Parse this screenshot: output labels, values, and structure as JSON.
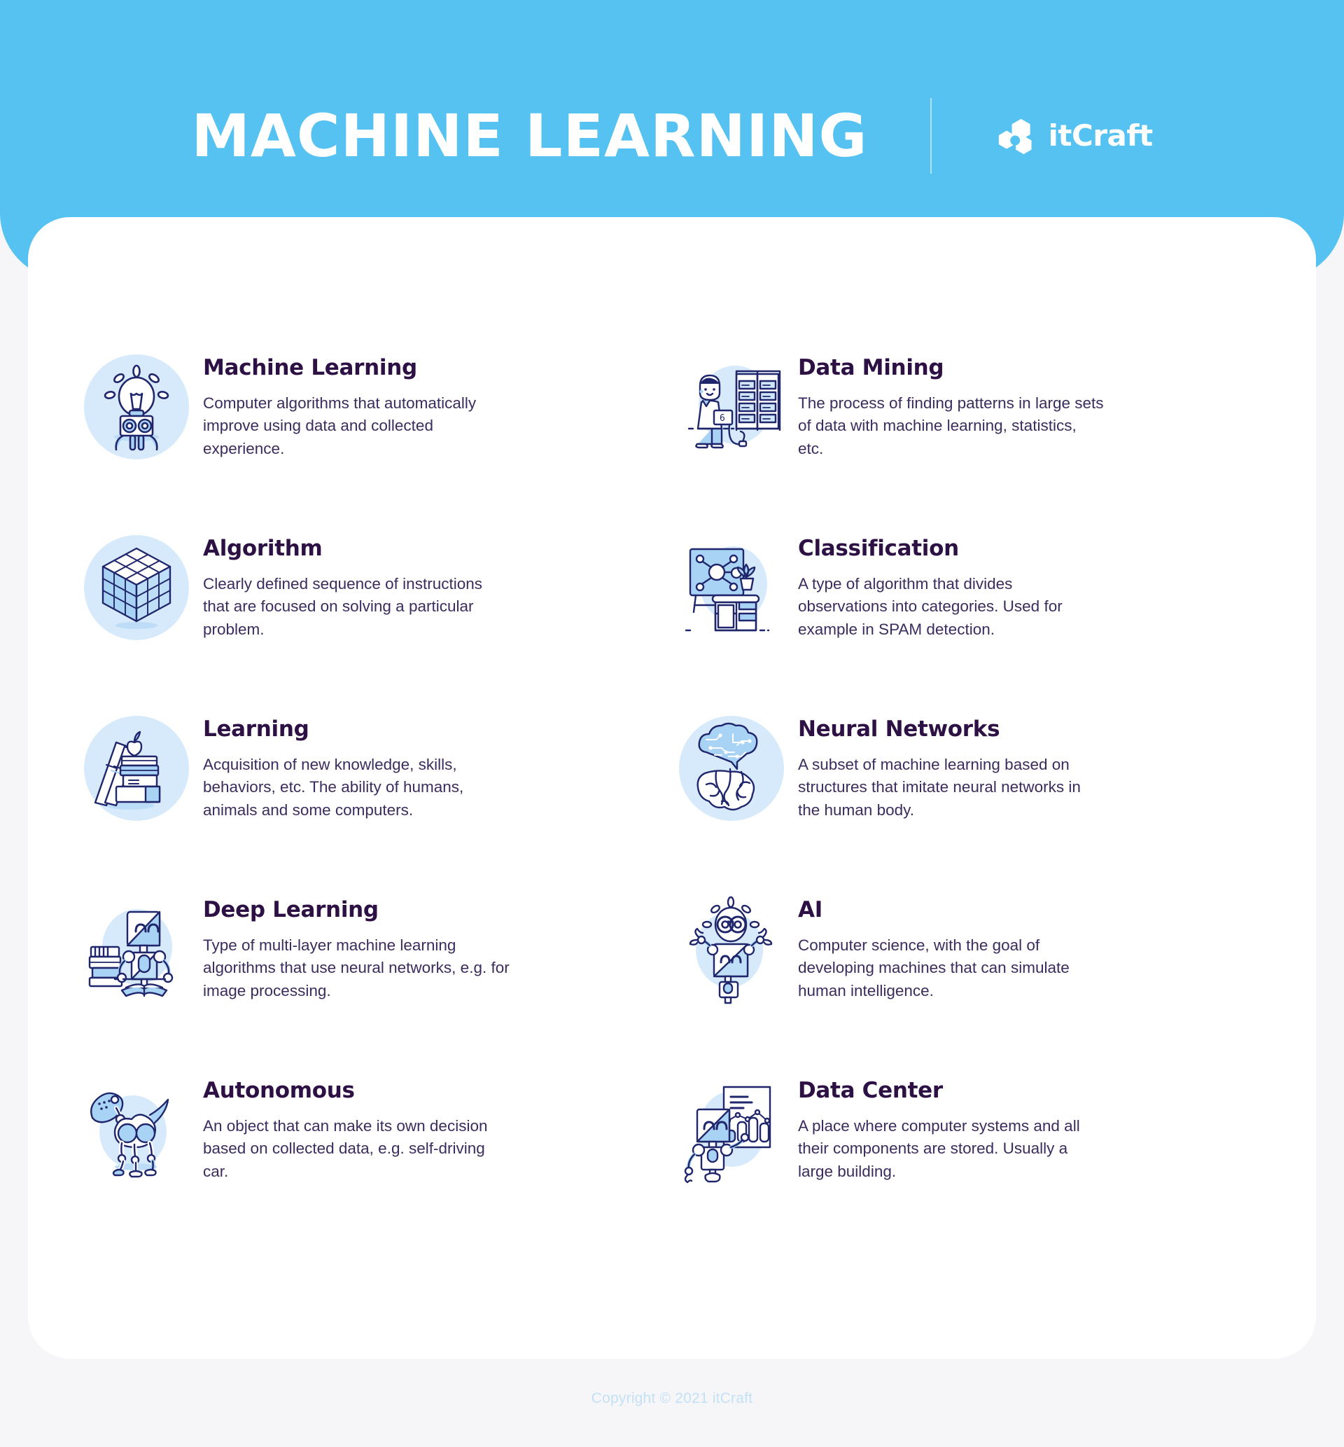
{
  "header": {
    "title": "MACHINE LEARNING",
    "brand_name": "itCraft",
    "brand_mark_icon": "itcraft-hexagon-logo-icon",
    "background_color": "#55c2f2"
  },
  "theme": {
    "page_background": "#f6f6f9",
    "card_background": "#ffffff",
    "accent_blue": "#55c2f2",
    "icon_badge_background": "#d7eafb",
    "title_color": "#2d1144",
    "body_color": "#3c2c5e",
    "footer_color": "#c3e1f4",
    "illustration_stroke": "#20266b",
    "illustration_fill": "#a9d3f5"
  },
  "entries": [
    {
      "id": "machine-learning",
      "icon": "robot-lightbulb-idea-icon",
      "title": "Machine Learning",
      "description": "Computer algorithms that automatically improve using data and collected experience."
    },
    {
      "id": "data-mining",
      "icon": "technician-server-rack-icon",
      "title": "Data Mining",
      "description": "The process of finding patterns in large sets of data with machine learning, statistics, etc."
    },
    {
      "id": "algorithm",
      "icon": "rubiks-cube-icon",
      "title": "Algorithm",
      "description": "Clearly defined sequence of instructions that are focused on solving a particular problem."
    },
    {
      "id": "classification",
      "icon": "whiteboard-node-diagram-desk-icon",
      "title": "Classification",
      "description": "A type of algorithm that divides observations into categories. Used for example in SPAM detection."
    },
    {
      "id": "learning",
      "icon": "books-stack-apple-icon",
      "title": "Learning",
      "description": "Acquisition of new knowledge, skills, behaviors, etc. The ability of humans, animals and some computers."
    },
    {
      "id": "neural-networks",
      "icon": "brain-circuit-half-icon",
      "title": "Neural Networks",
      "description": "A subset of machine learning based on structures that imitate neural networks in the human body."
    },
    {
      "id": "deep-learning",
      "icon": "robot-reading-book-icon",
      "title": "Deep Learning",
      "description": "Type of multi-layer machine learning algorithms that use neural networks, e.g. for image processing."
    },
    {
      "id": "ai",
      "icon": "robot-go-head-icon",
      "title": "AI",
      "description": "Computer science, with the goal of developing machines that can simulate human intelligence."
    },
    {
      "id": "autonomous",
      "icon": "robot-dog-icon",
      "title": "Autonomous",
      "description": "An object that can make its own decision based on collected data, e.g. self-driving car."
    },
    {
      "id": "data-center",
      "icon": "robot-holding-chart-poster-icon",
      "title": "Data Center",
      "description": "A place where computer systems and all their components are stored. Usually a large building."
    }
  ],
  "footer": {
    "copyright": "Copyright © 2021 itCraft"
  }
}
